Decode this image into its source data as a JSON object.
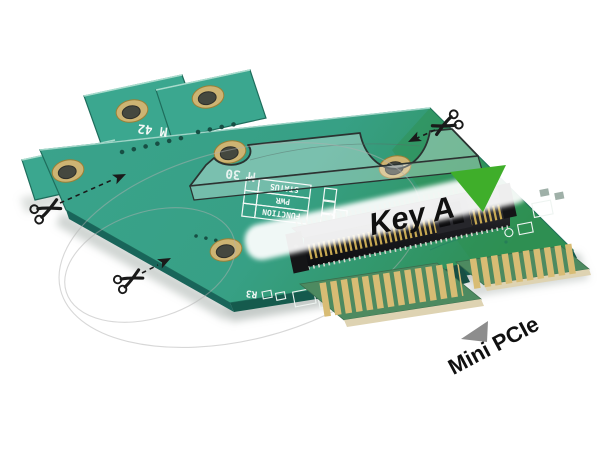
{
  "labels": {
    "key_a": "Key A",
    "mini_pcie": "Mini PCIe"
  },
  "silkscreen": {
    "m42": "M 42",
    "m30": "M 30",
    "r3": "R3",
    "table_rows": [
      "FUNCTION",
      "PWR",
      "STATUS"
    ]
  },
  "icons": {
    "scissors": "cut-here indicator (3x)",
    "green_wedge": "key-position pointer",
    "gray_triangle": "edge-connector pointer"
  },
  "colors": {
    "pcb_teal": "#3aa38c",
    "pcb_green": "#2e8f55",
    "pcb_edge_dark": "#14564a",
    "gold": "#d8bc74",
    "gold_ring": "#cdb473",
    "connector_black": "#1b1b1e",
    "arrow_green": "#3fae2a",
    "triangle_gray": "#8d8d8d",
    "watermark_gray": "#b0b0b0",
    "label_text": "#101010"
  }
}
